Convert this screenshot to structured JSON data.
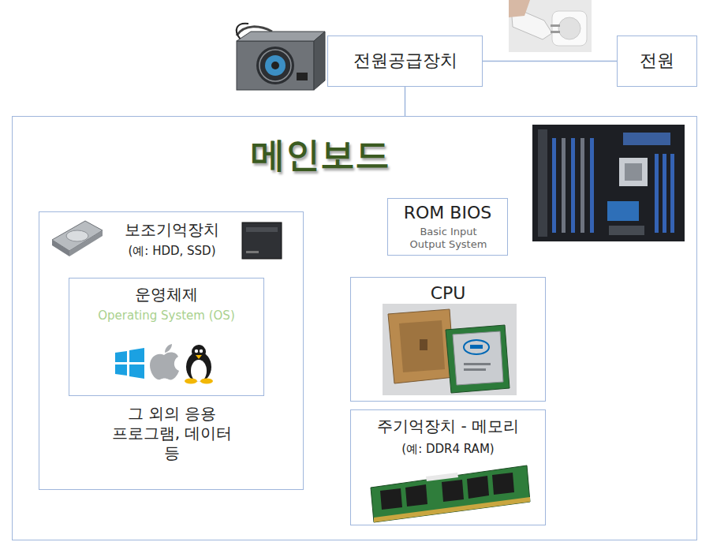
{
  "diagram": {
    "nodes": [
      {
        "text": [
          "전원공급장치"
        ]
      },
      {
        "text": [
          "전원"
        ]
      },
      {
        "text": [
          "메인보드"
        ]
      },
      {
        "text": [
          "보조기억장치",
          "(예: HDD, SSD)",
          "그 외의 응용 프로그램, 데이터 등"
        ],
        "in": 2
      },
      {
        "text": [
          "운영체제",
          "Operating System (OS)"
        ],
        "in": 3
      },
      {
        "text": [
          "ROM BIOS",
          "Basic Input Output System"
        ],
        "in": 2
      },
      {
        "text": [
          "CPU"
        ],
        "in": 2
      },
      {
        "text": [
          "주기억장치 - 메모리",
          "(예: DDR4 RAM)"
        ],
        "in": 2
      }
    ],
    "edges": [
      {
        "from": 0,
        "to": 1,
        "arrow": "none"
      },
      {
        "from": 0,
        "to": 2,
        "arrow": "none"
      }
    ]
  }
}
